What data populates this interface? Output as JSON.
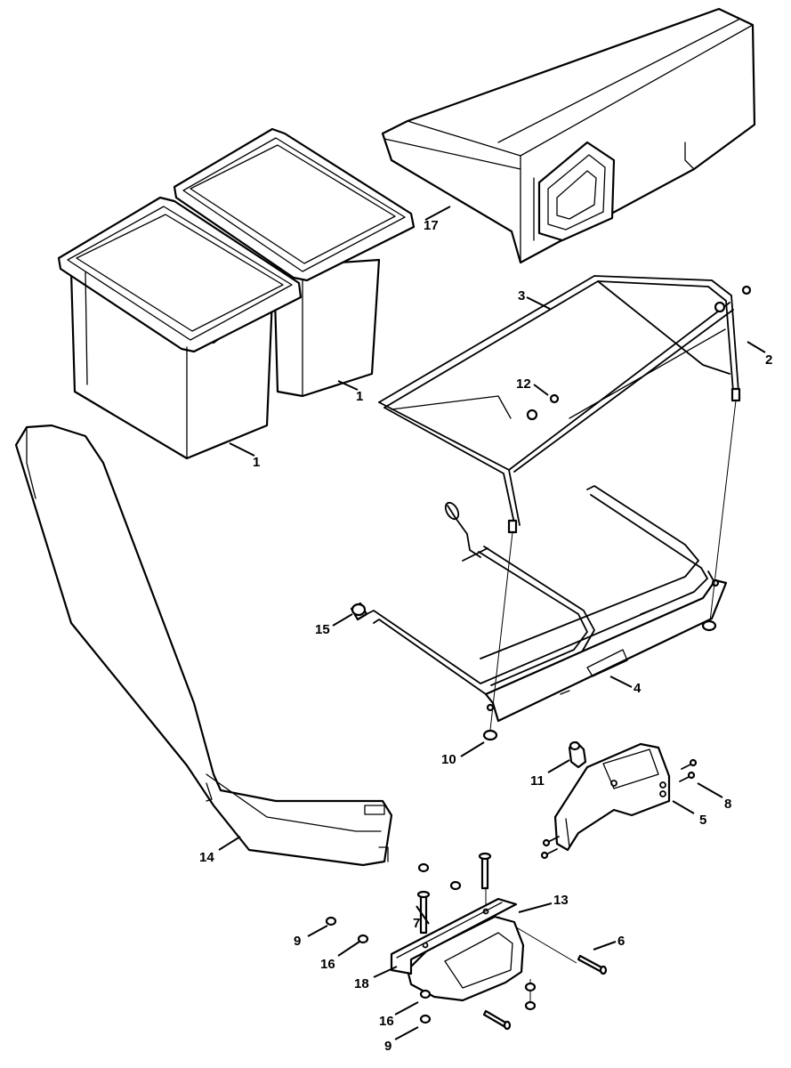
{
  "callouts": {
    "c1a": "1",
    "c1b": "1",
    "c2": "2",
    "c3": "3",
    "c4": "4",
    "c5": "5",
    "c6": "6",
    "c7": "7",
    "c8": "8",
    "c9a": "9",
    "c9b": "9",
    "c10": "10",
    "c11": "11",
    "c12": "12",
    "c13": "13",
    "c14": "14",
    "c15": "15",
    "c16a": "16",
    "c16b": "16",
    "c17": "17",
    "c18": "18"
  },
  "colors": {
    "line": "#000000",
    "background": "#ffffff"
  }
}
